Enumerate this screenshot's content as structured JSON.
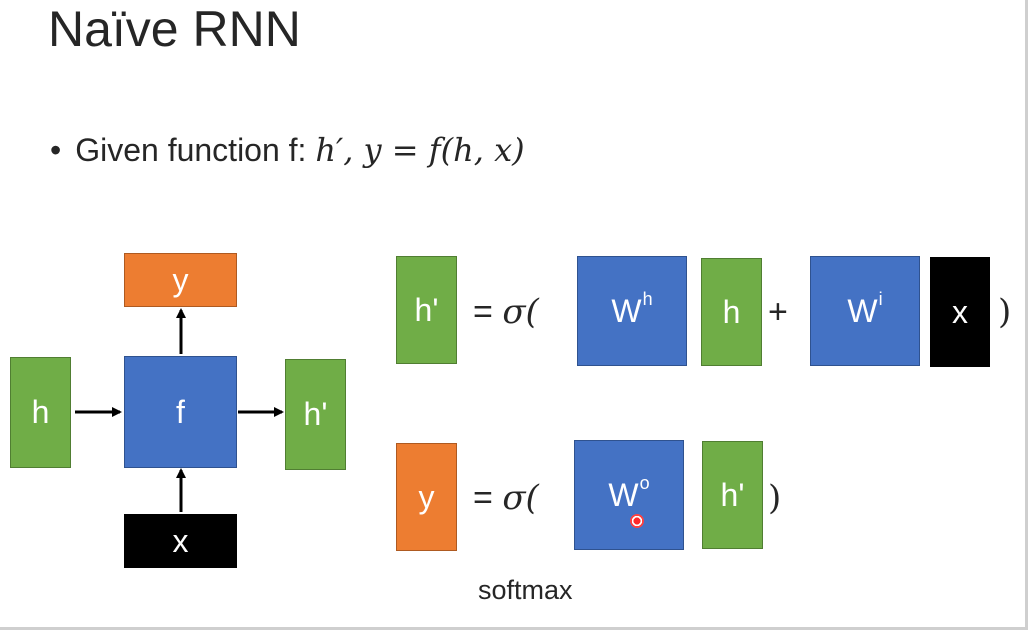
{
  "slide": {
    "title": "Naïve RNN",
    "bullet": {
      "marker": "•",
      "text": "Given function f: ",
      "formula": "h′, y = f(h, x)"
    }
  },
  "diagram": {
    "input_h": "h",
    "function_f": "f",
    "output_h_prime": "h'",
    "output_y": "y",
    "input_x": "x"
  },
  "equation_hidden": {
    "lhs": "h'",
    "equals": "=",
    "sigma": "σ(",
    "wh_base": "W",
    "wh_sup": "h",
    "h": "h",
    "plus": "+",
    "wi_base": "W",
    "wi_sup": "i",
    "x": "x",
    "close": ")"
  },
  "equation_output": {
    "lhs": "y",
    "equals": "=",
    "sigma": "σ(",
    "wo_base": "W",
    "wo_sup": "o",
    "h_prime": "h'",
    "close": ")",
    "note": "softmax"
  },
  "colors": {
    "green": "#70ad47",
    "blue": "#4472c4",
    "orange": "#ed7d31",
    "black": "#000000"
  }
}
